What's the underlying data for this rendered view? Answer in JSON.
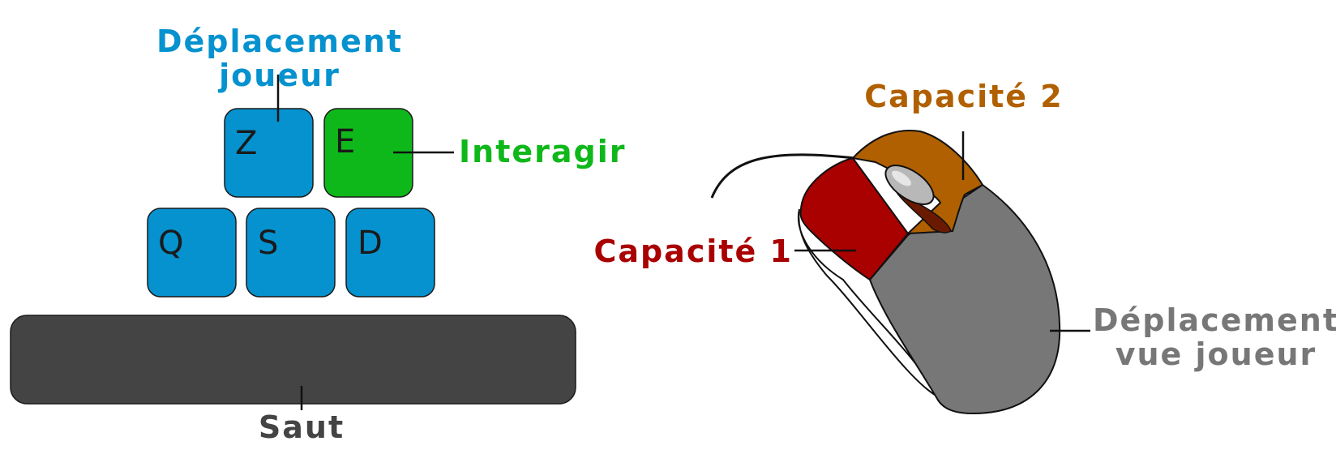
{
  "keyboard": {
    "keys": [
      {
        "id": "z",
        "label": "Z",
        "color": "#0592cf"
      },
      {
        "id": "e",
        "label": "E",
        "color": "#0fb81a"
      },
      {
        "id": "q",
        "label": "Q",
        "color": "#0592cf"
      },
      {
        "id": "s",
        "label": "S",
        "color": "#0592cf"
      },
      {
        "id": "d",
        "label": "D",
        "color": "#0592cf"
      }
    ],
    "spacebar_color": "#444444"
  },
  "labels": {
    "movement_line1": "Déplacement",
    "movement_line2": "joueur",
    "interact": "Interagir",
    "jump": "Saut",
    "ability1": "Capacité 1",
    "ability2": "Capacité 2",
    "view_line1": "Déplacement",
    "view_line2": "vue joueur"
  },
  "colors": {
    "movement": "#0592cf",
    "interact": "#0fb81a",
    "jump": "#444444",
    "ability1": "#a90000",
    "ability2": "#b06000",
    "view": "#777777",
    "mouse_body": "#777777",
    "wheel": "#b8b8b8"
  }
}
